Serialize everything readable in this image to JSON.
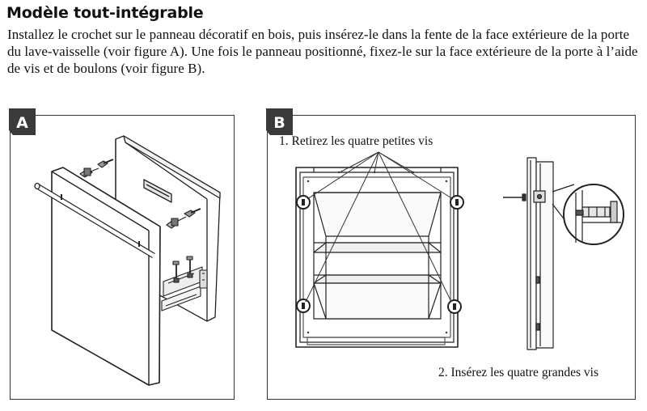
{
  "document": {
    "title": "Modèle tout-intégrable",
    "intro": "Installez le crochet sur le panneau décoratif en bois, puis insérez-le dans la fente de la face extérieure de la porte du lave-vaisselle (voir figure A). Une fois le panneau positionné, fixez-le sur la face extérieure de la porte à l’aide de vis et de boulons (voir figure B)."
  },
  "figure_a": {
    "badge": "A"
  },
  "figure_b": {
    "badge": "B",
    "step1": "1. Retirez les quatre petites vis",
    "step2": "2. Insérez les quatre grandes vis"
  }
}
